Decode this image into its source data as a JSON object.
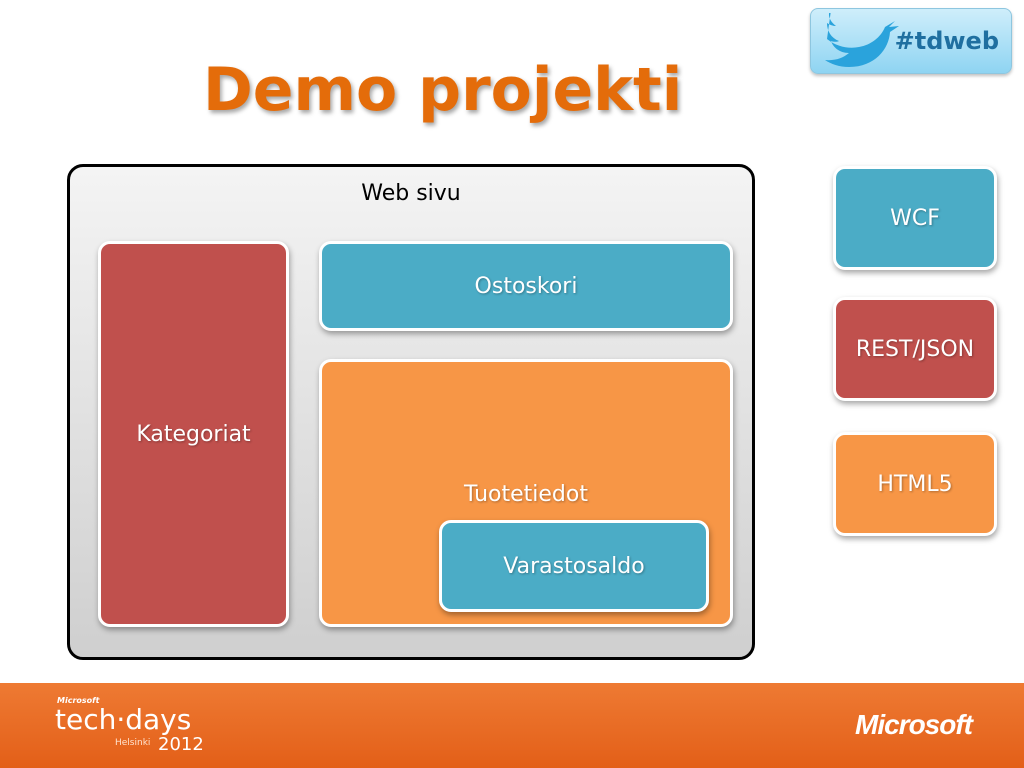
{
  "title": "Demo projekti",
  "hashtag_badge": {
    "icon": "twitter-bird-icon",
    "text": "#tdweb"
  },
  "diagram": {
    "container_label": "Web sivu",
    "left_panel": "Kategoriat",
    "top_panel": "Ostoskori",
    "main_panel": "Tuotetiedot",
    "nested_panel": "Varastosaldo"
  },
  "legend": [
    {
      "label": "WCF",
      "color": "#4bacc6"
    },
    {
      "label": "REST/JSON",
      "color": "#c0504d"
    },
    {
      "label": "HTML5",
      "color": "#f79646"
    }
  ],
  "footer": {
    "event_brand_small": "Microsoft",
    "event_name": "tech·days",
    "event_city": "Helsinki",
    "event_year": "2012",
    "company_logo": "Microsoft"
  },
  "colors": {
    "title": "#e46c0a",
    "red": "#c0504d",
    "blue": "#4bacc6",
    "orange": "#f79646",
    "footer": "#e8692a"
  }
}
